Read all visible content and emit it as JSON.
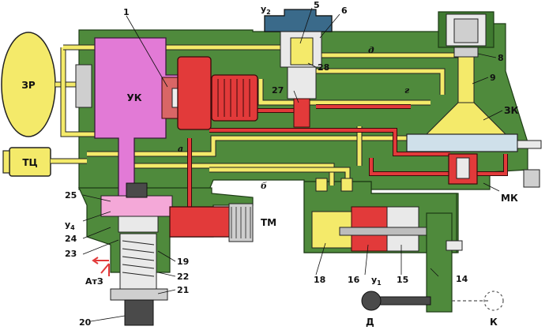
{
  "diagram": {
    "reservoirs": {
      "zr": "ЗР",
      "tc": "ТЦ",
      "tm": "ТМ"
    },
    "chambers": {
      "uk": "УК",
      "zk": "ЗК",
      "mk": "МК"
    },
    "ports": {
      "y1": "у",
      "y1_sub": "1",
      "y2": "у",
      "y2_sub": "2",
      "y4": "у",
      "y4_sub": "4",
      "atz": "АтЗ"
    },
    "channels": {
      "a": "а",
      "b": "б",
      "g": "г",
      "d": "д"
    },
    "handle_positions": {
      "d": "Д",
      "k": "К"
    },
    "part_numbers": {
      "n1": "1",
      "n5": "5",
      "n6": "6",
      "n8": "8",
      "n9": "9",
      "n14": "14",
      "n15": "15",
      "n16": "16",
      "n18": "18",
      "n19": "19",
      "n20": "20",
      "n21": "21",
      "n22": "22",
      "n23": "23",
      "n24": "24",
      "n25": "25",
      "n27": "27",
      "n28": "28"
    },
    "colors": {
      "body": "#4f8a3c",
      "supply_air": "#f4ea6a",
      "brake_line_air": "#e23a3a",
      "chamber_uk": "#e27ad6",
      "atmosphere_arrow": "#e23a3a"
    }
  }
}
